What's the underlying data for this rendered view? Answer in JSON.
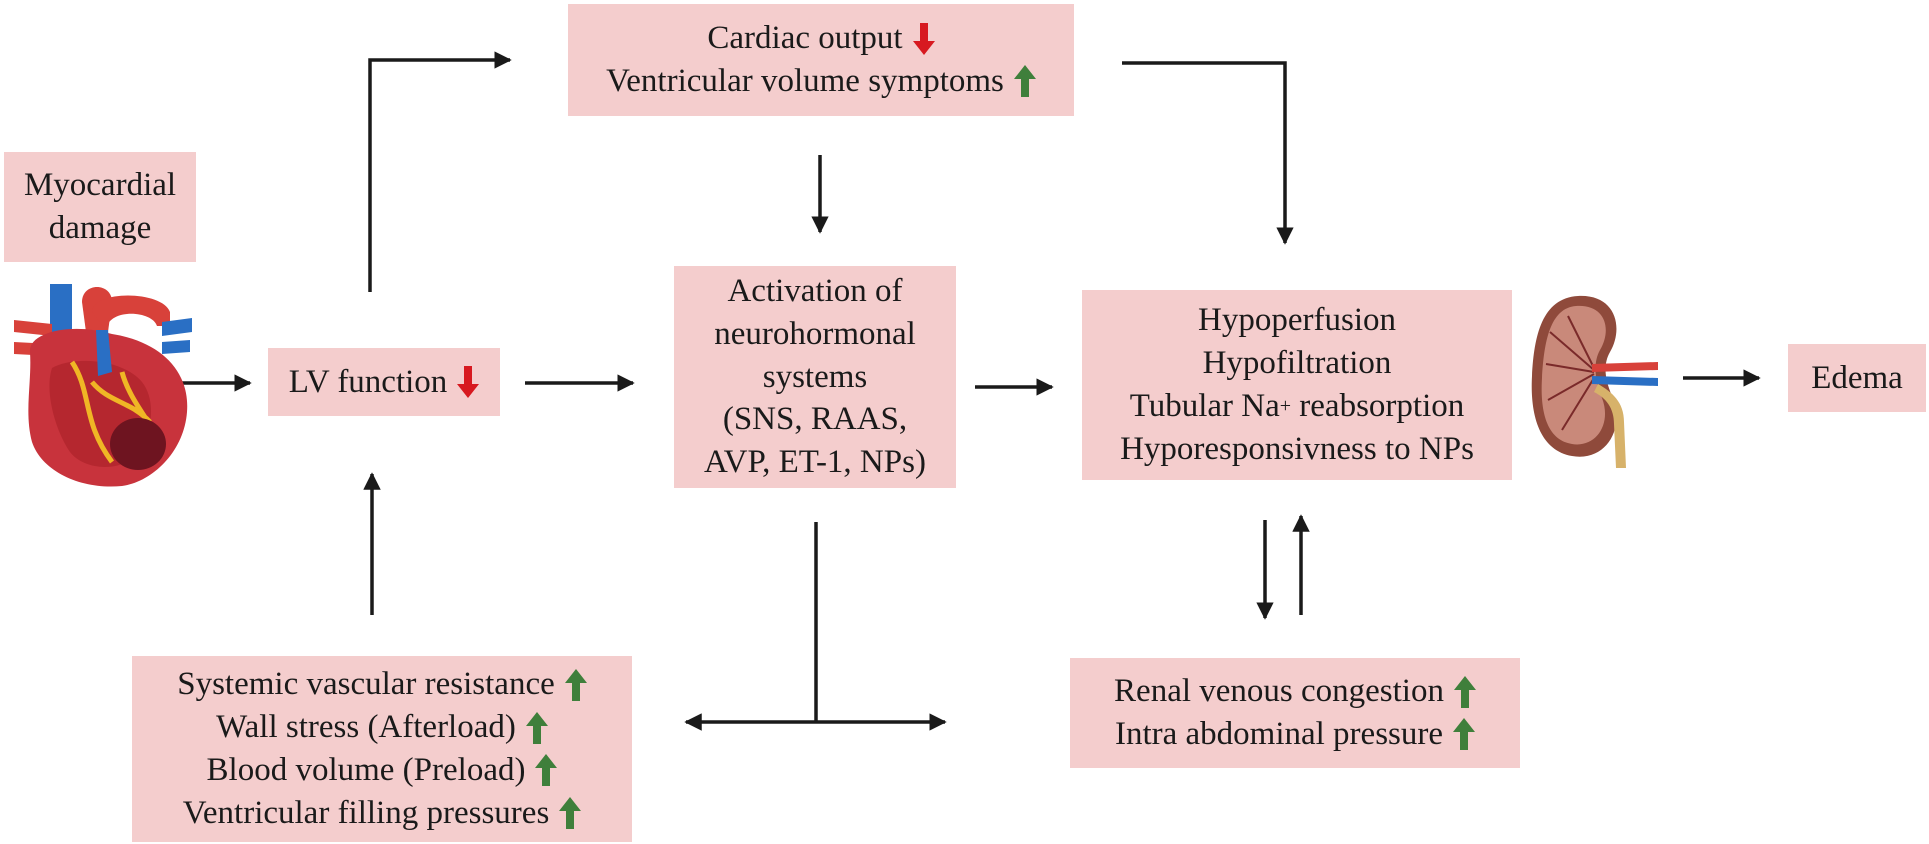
{
  "colors": {
    "box_bg": "#f4cdcd",
    "arrow": "#1a1a1a",
    "up_indicator": "#3f7f3b",
    "down_indicator": "#d71920"
  },
  "icons": {
    "heart": "heart-illustration",
    "kidney": "kidney-illustration",
    "up": "up-arrow-icon",
    "down": "down-arrow-icon"
  },
  "myocardial": {
    "line1": "Myocardial",
    "line2": "damage"
  },
  "lv": {
    "label": "LV function",
    "indicator": "down"
  },
  "cardiac": {
    "line1": {
      "text": "Cardiac output",
      "indicator": "down"
    },
    "line2": {
      "text": "Ventricular volume symptoms",
      "indicator": "up"
    }
  },
  "activation": {
    "line1": "Activation of",
    "line2": "neurohormonal",
    "line3": "systems",
    "line4": "(SNS, RAAS,",
    "line5": "AVP, ET-1, NPs)"
  },
  "renal": {
    "line1": "Hypoperfusion",
    "line2": "Hypofiltration",
    "line3_prefix": "Tubular Na",
    "line3_sup": "+",
    "line3_suffix": " reabsorption",
    "line4": "Hyporesponsivness to NPs"
  },
  "edema": {
    "label": "Edema"
  },
  "systemic": {
    "line1": {
      "text": "Systemic vascular resistance",
      "indicator": "up"
    },
    "line2": {
      "text": "Wall stress (Afterload)",
      "indicator": "up"
    },
    "line3": {
      "text": "Blood volume (Preload)",
      "indicator": "up"
    },
    "line4": {
      "text": "Ventricular filling pressures",
      "indicator": "up"
    }
  },
  "congestion": {
    "line1": {
      "text": "Renal venous congestion",
      "indicator": "up"
    },
    "line2": {
      "text": "Intra abdominal pressure",
      "indicator": "up"
    }
  }
}
